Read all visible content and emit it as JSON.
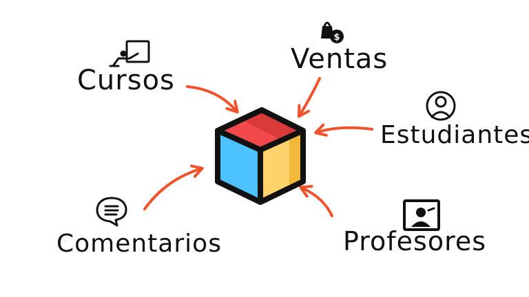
{
  "colors": {
    "arrow": "#f0522a",
    "outline": "#111111",
    "cube_top": "#f24a4a",
    "cube_top_shade": "#d83a3a",
    "cube_left": "#4cc3ff",
    "cube_right": "#ffd36b",
    "cube_right_shade": "#f2b83a"
  },
  "nodes": [
    {
      "id": "cursos",
      "label": "Cursos",
      "icon": "presentation-board-icon"
    },
    {
      "id": "ventas",
      "label": "Ventas",
      "icon": "shopping-bag-dollar-icon"
    },
    {
      "id": "estudiantes",
      "label": "Estudiantes",
      "icon": "user-circle-icon"
    },
    {
      "id": "comentarios",
      "label": "Comentarios",
      "icon": "chat-bubble-icon"
    },
    {
      "id": "profesores",
      "label": "Profesores",
      "icon": "teacher-portrait-icon"
    }
  ],
  "center": {
    "icon": "cube-icon"
  }
}
